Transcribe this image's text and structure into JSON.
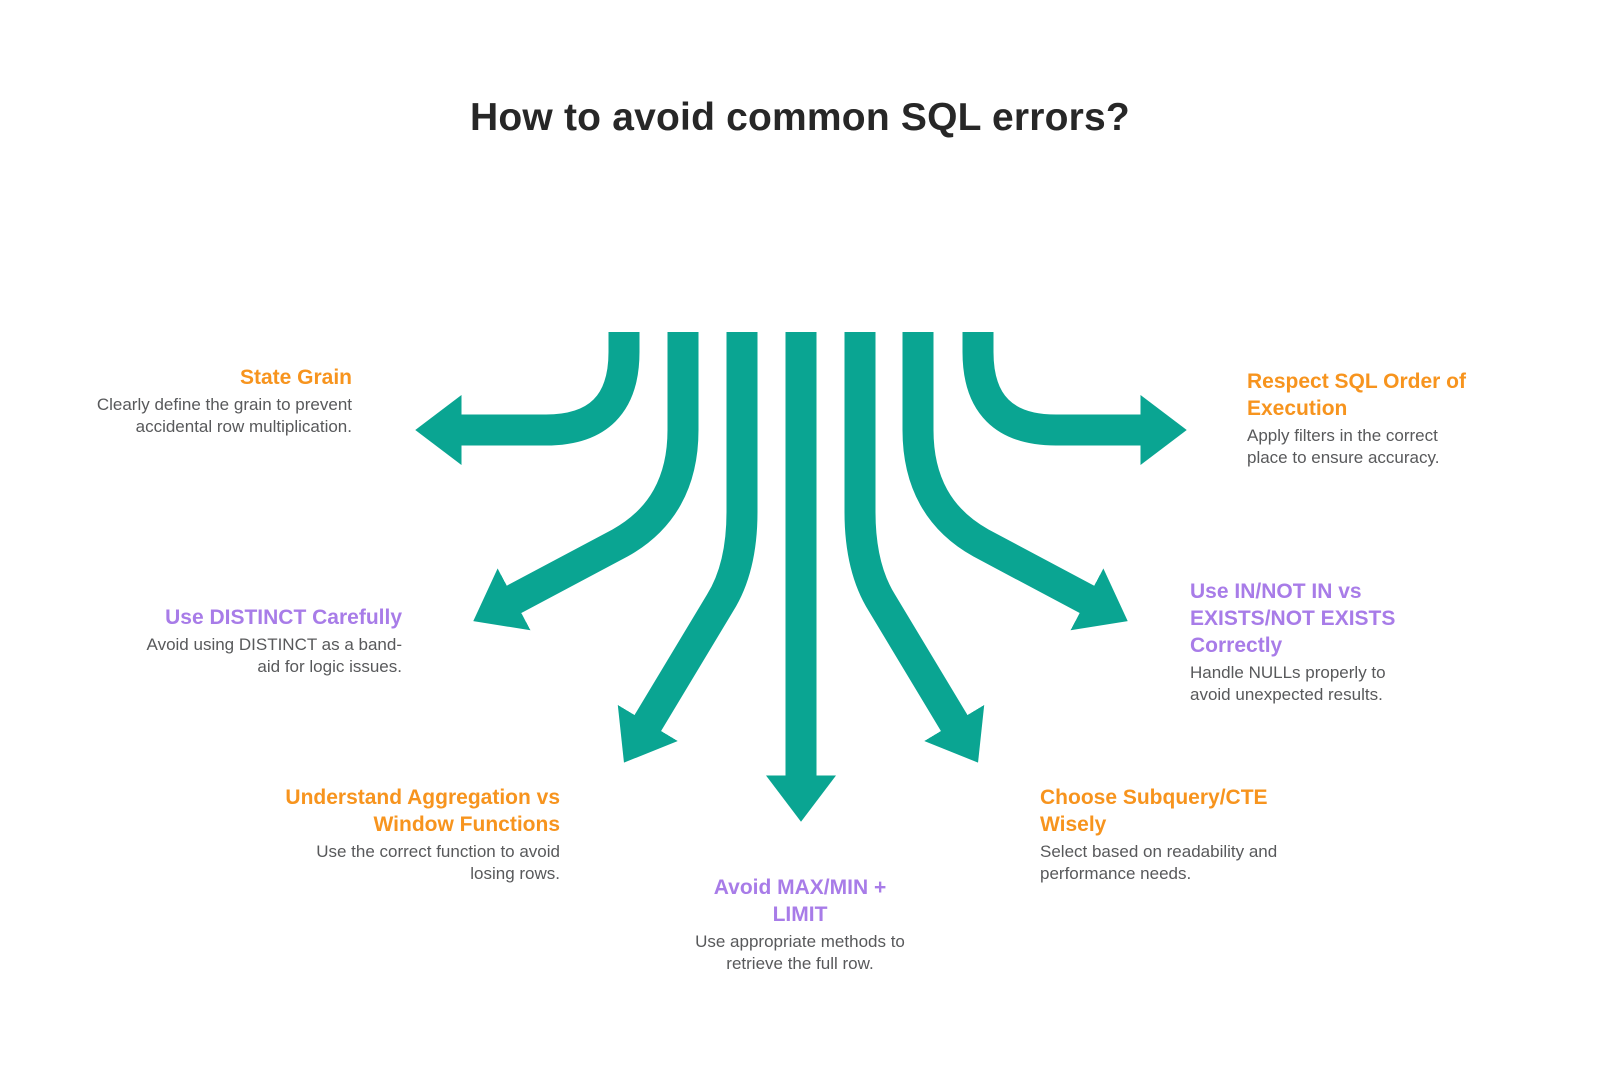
{
  "title": "How to avoid common SQL errors?",
  "colors": {
    "arrow_teal": "#0AA592",
    "heading_orange": "#F7941E",
    "heading_purple": "#A87CE8",
    "body_gray": "#58595B",
    "title_dark": "#272727"
  },
  "tips": [
    {
      "heading": "State Grain",
      "body": "Clearly define the grain to prevent accidental row multiplication.",
      "color": "orange"
    },
    {
      "heading": "Use DISTINCT Carefully",
      "body": "Avoid using DISTINCT as a band-aid for logic issues.",
      "color": "purple"
    },
    {
      "heading": "Understand Aggregation vs Window Functions",
      "body": "Use the correct function to avoid losing rows.",
      "color": "orange"
    },
    {
      "heading": "Avoid MAX/MIN + LIMIT",
      "body": "Use appropriate methods to retrieve the full row.",
      "color": "purple"
    },
    {
      "heading": "Choose Subquery/CTE Wisely",
      "body": "Select based on readability and performance needs.",
      "color": "orange"
    },
    {
      "heading": "Use IN/NOT IN vs EXISTS/NOT EXISTS Correctly",
      "body": "Handle NULLs properly to avoid unexpected results.",
      "color": "purple"
    },
    {
      "heading": "Respect SQL Order of Execution",
      "body": "Apply filters in the correct place to ensure accuracy.",
      "color": "orange"
    }
  ]
}
